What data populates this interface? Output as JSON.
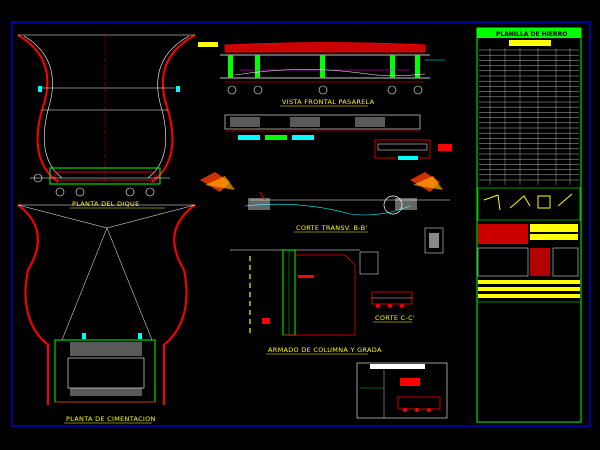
{
  "drawing": {
    "views": {
      "vista_frontal": "VISTA FRONTAL PASARELA",
      "planta_dique": "PLANTA DEL DIQUE",
      "corte_transversal": "CORTE TRANSV. B-B'",
      "armado_columna": "ARMADO DE COLUMNA Y GRADA",
      "corte_cc": "CORTE C-C'",
      "planta_cimentacion": "PLANTA DE CIMENTACION"
    },
    "planilla": {
      "title": "PLANILLA DE HIERRO"
    },
    "colors": {
      "background": "#000000",
      "border": "#0000ff",
      "label": "#ffff00",
      "primary_line": "#ff0000",
      "secondary_line": "#00ff00",
      "white_line": "#ffffff",
      "cyan": "#00ffff",
      "magenta": "#ff00ff"
    }
  }
}
